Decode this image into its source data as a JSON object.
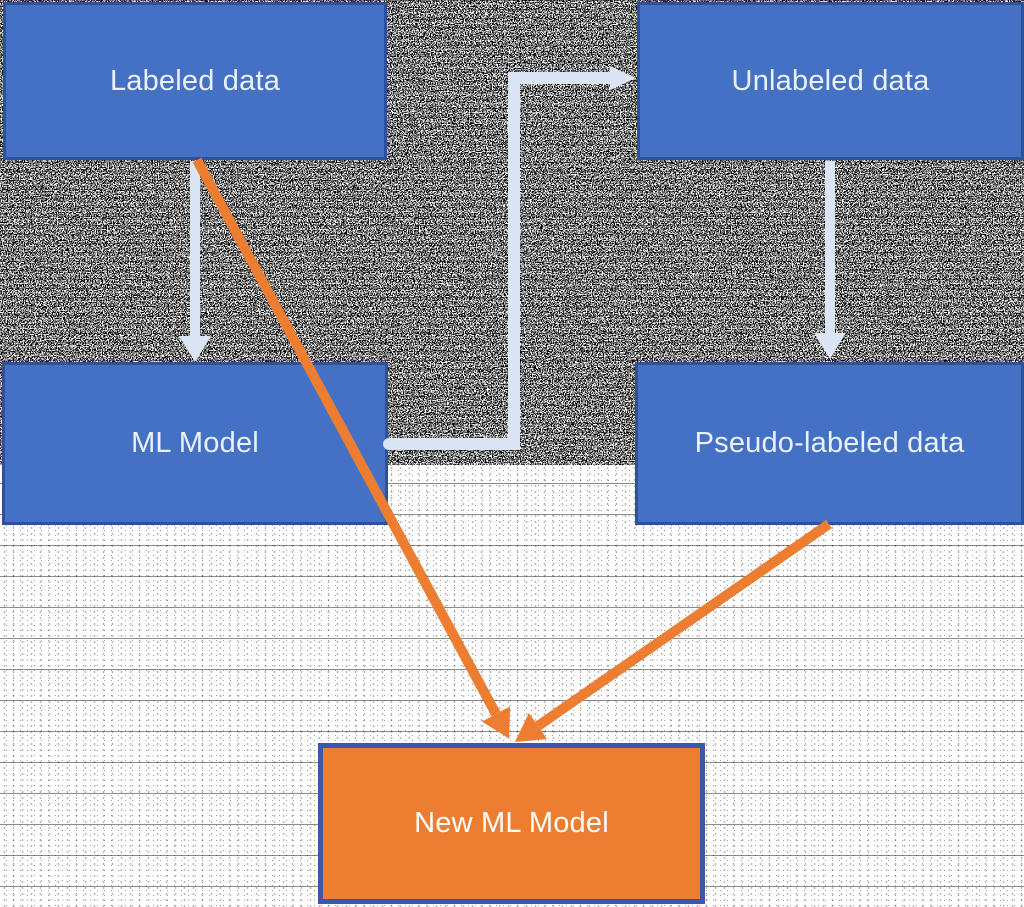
{
  "diagram": {
    "title": "Pseudo-labeling semi-supervised learning flow",
    "nodes": [
      {
        "id": "labeled-data",
        "label": "Labeled data",
        "fill": "#4471C4",
        "border": "#2F509E",
        "text_color": "#EAF1FB"
      },
      {
        "id": "unlabeled-data",
        "label": "Unlabeled data",
        "fill": "#4471C4",
        "border": "#2F509E",
        "text_color": "#EAF1FB"
      },
      {
        "id": "ml-model",
        "label": "ML Model",
        "fill": "#4471C4",
        "border": "#2F509E",
        "text_color": "#EAF1FB"
      },
      {
        "id": "pseudo-labeled-data",
        "label": "Pseudo-labeled data",
        "fill": "#4471C4",
        "border": "#2F509E",
        "text_color": "#EAF1FB"
      },
      {
        "id": "new-ml-model",
        "label": "New ML Model",
        "fill": "#ED7D31",
        "border": "#3A58A8",
        "text_color": "#FDFDFE"
      }
    ],
    "edges": [
      {
        "from": "labeled-data",
        "to": "ml-model",
        "color": "#D9E4F4",
        "shape": "straight-down"
      },
      {
        "from": "unlabeled-data",
        "to": "pseudo-labeled-data",
        "color": "#D9E4F4",
        "shape": "straight-down"
      },
      {
        "from": "ml-model",
        "to": "unlabeled-data",
        "color": "#D9E4F4",
        "shape": "elbow-up-right"
      },
      {
        "from": "labeled-data",
        "to": "new-ml-model",
        "color": "#ED7D31",
        "shape": "diagonal"
      },
      {
        "from": "pseudo-labeled-data",
        "to": "new-ml-model",
        "color": "#ED7D31",
        "shape": "diagonal"
      }
    ],
    "colors": {
      "node_blue_fill": "#4471C4",
      "node_blue_border": "#2F509E",
      "node_orange_fill": "#ED7D31",
      "node_orange_border": "#3A58A8",
      "arrow_light": "#D9E4F4",
      "arrow_orange": "#ED7D31",
      "background_bottom": "#FFFFFF"
    },
    "background": {
      "top_texture": "dense black-white dither noise (y 0-465)",
      "bottom_texture": "sparse dotted dither with faint horizontal lines on white (y 465-907)"
    }
  }
}
